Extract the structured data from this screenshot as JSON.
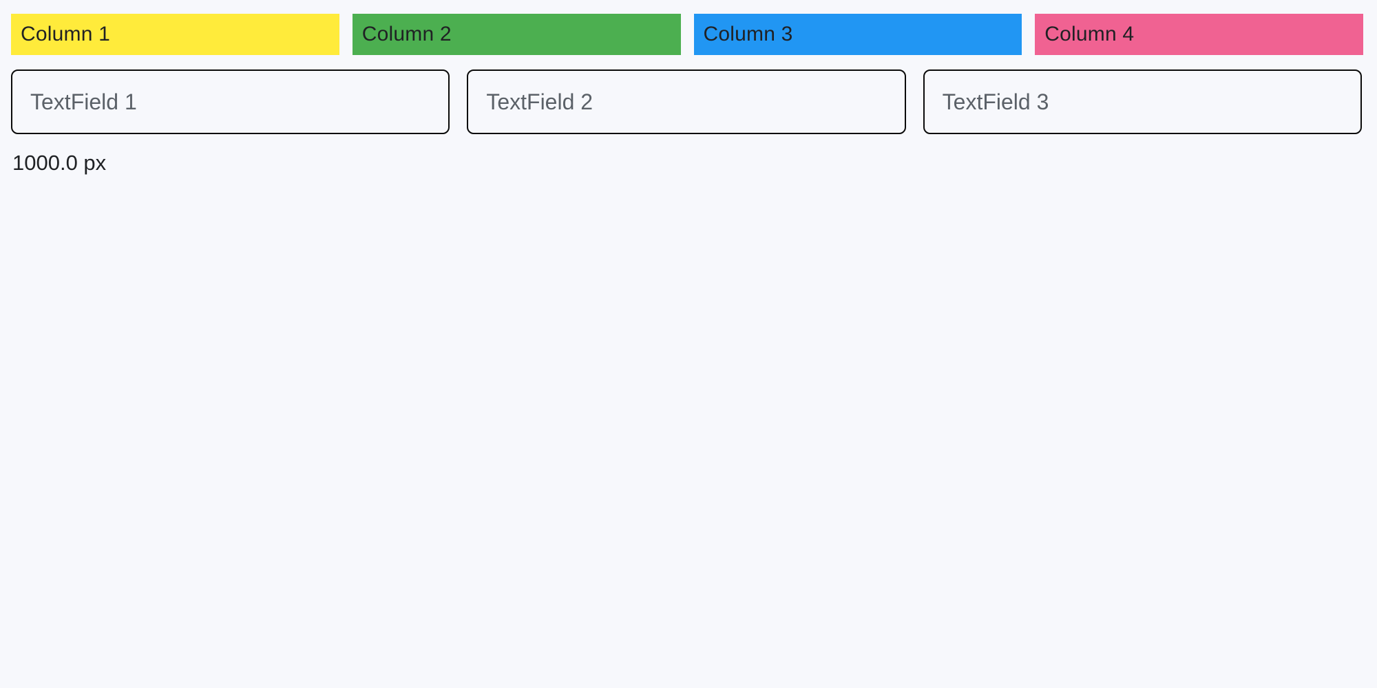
{
  "page": {
    "background": "#F7F8FC"
  },
  "columns": [
    {
      "label": "Column 1",
      "color": "#FFEB3B"
    },
    {
      "label": "Column 2",
      "color": "#4CAF50"
    },
    {
      "label": "Column 3",
      "color": "#2196F3"
    },
    {
      "label": "Column 4",
      "color": "#F06292"
    }
  ],
  "textfields": [
    {
      "placeholder": "TextField 1",
      "value": ""
    },
    {
      "placeholder": "TextField 2",
      "value": ""
    },
    {
      "placeholder": "TextField 3",
      "value": ""
    }
  ],
  "footer": {
    "width_label": "1000.0 px"
  }
}
